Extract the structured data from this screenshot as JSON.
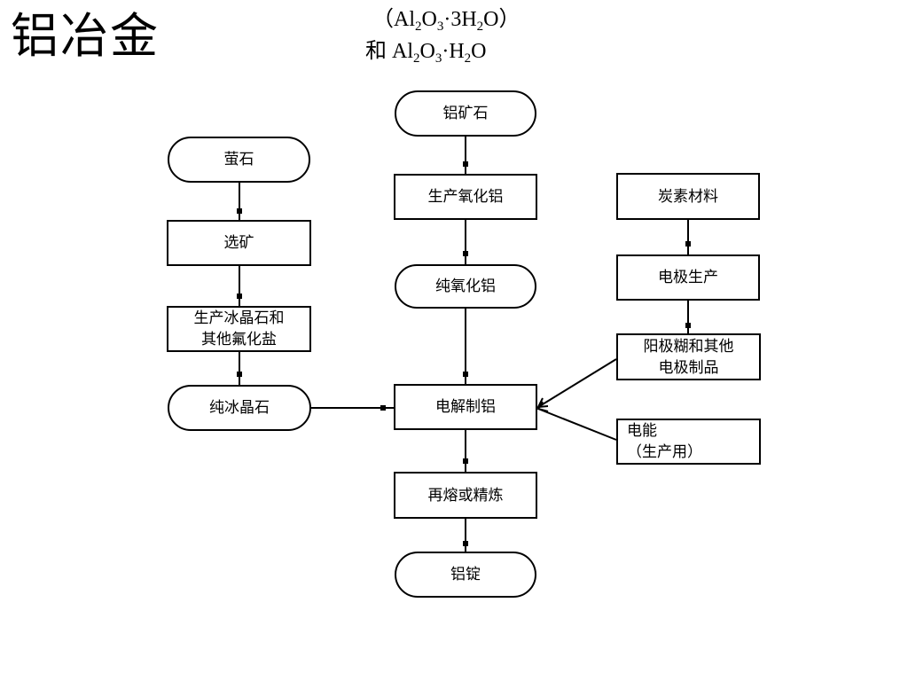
{
  "title": "铝冶金",
  "formula": {
    "line1": {
      "open": "（Al",
      "sub_a": "2",
      "mid_a": "O",
      "sub_b": "3",
      "mid_b": "·3H",
      "sub_c": "2",
      "close": "O）"
    },
    "line2": {
      "prefix": "和 Al",
      "sub_a": "2",
      "mid_a": "O",
      "sub_b": "3",
      "mid_b": "·H",
      "sub_c": "2",
      "close": "O"
    }
  },
  "nodes": {
    "bauxite": "铝矿石",
    "alumina_production": "生产氧化铝",
    "pure_alumina": "纯氧化铝",
    "electrolysis": "电解制铝",
    "refining": "再熔或精炼",
    "ingot": "铝锭",
    "fluorite": "萤石",
    "beneficiation": "选矿",
    "cryolite_production": "生产冰晶石和\n其他氟化盐",
    "pure_cryolite": "纯冰晶石",
    "carbon_materials": "炭素材料",
    "electrode_production": "电极生产",
    "anode_products": "阳极糊和其他\n电极制品",
    "electric_power": "电能\n（生产用）"
  }
}
